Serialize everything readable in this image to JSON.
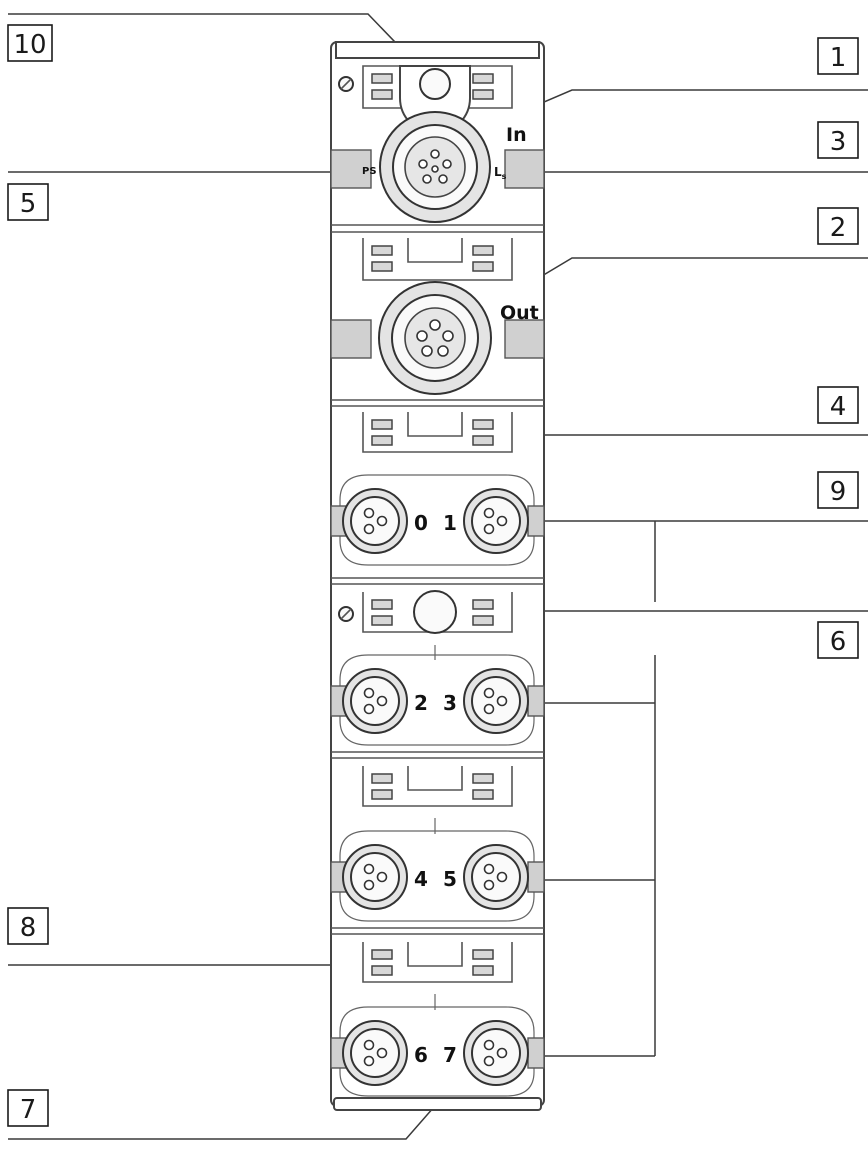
{
  "callouts": [
    "1",
    "2",
    "3",
    "4",
    "5",
    "6",
    "7",
    "8",
    "9",
    "10"
  ],
  "labels": {
    "in": "In",
    "out": "Out",
    "ps": "PS",
    "ls": "L",
    "ls_sub": "s"
  },
  "channels": [
    "0",
    "1",
    "2",
    "3",
    "4",
    "5",
    "6",
    "7"
  ]
}
